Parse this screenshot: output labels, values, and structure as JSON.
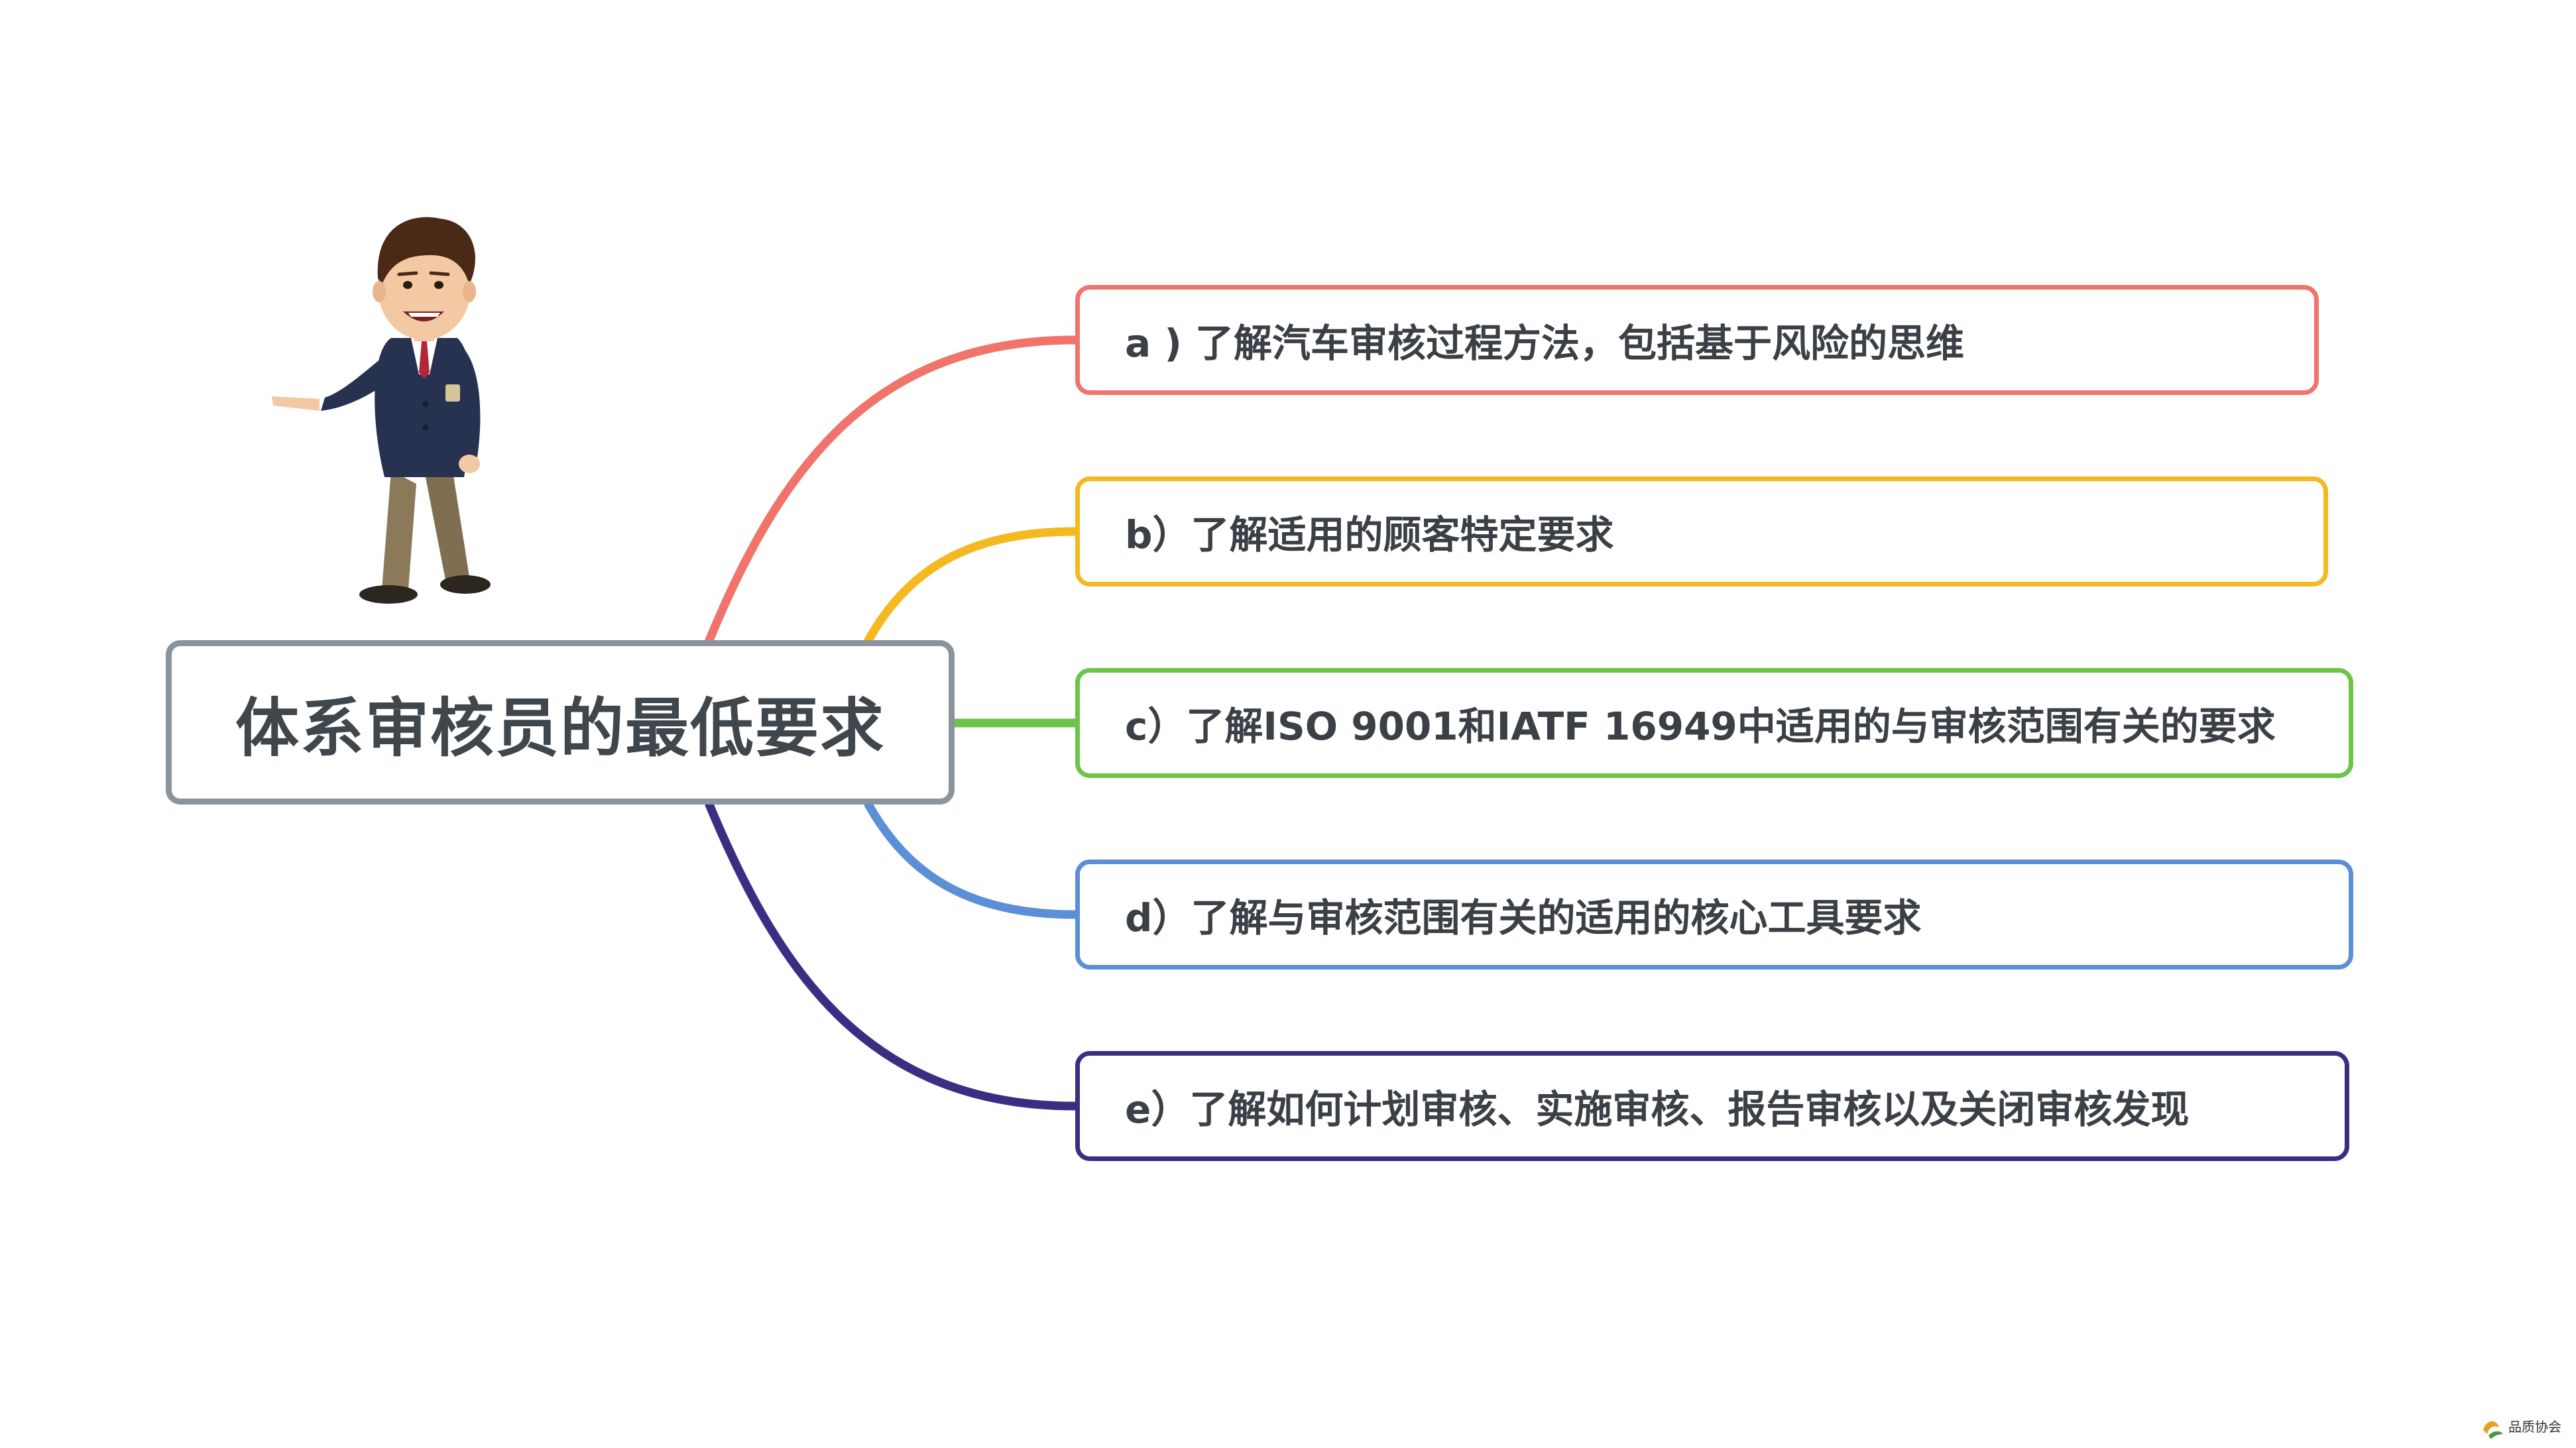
{
  "central_topic": "体系审核员的最低要求",
  "branches": [
    {
      "label": "a ) 了解汽车审核过程方法，包括基于风险的思维",
      "color": "#f1746a"
    },
    {
      "label": "b）了解适用的顾客特定要求",
      "color": "#f4b821"
    },
    {
      "label": "c）了解ISO 9001和IATF 16949中适用的与审核范围有关的要求",
      "color": "#6cc44a"
    },
    {
      "label": "d）了解与审核范围有关的适用的核心工具要求",
      "color": "#5b8fd6"
    },
    {
      "label": "e）了解如何计划审核、实施审核、报告审核以及关闭审核发现",
      "color": "#3b2d82"
    }
  ],
  "central_border_color": "#8a949d",
  "illustration": "cartoon-businessman-presenting",
  "watermark": "品质协会"
}
